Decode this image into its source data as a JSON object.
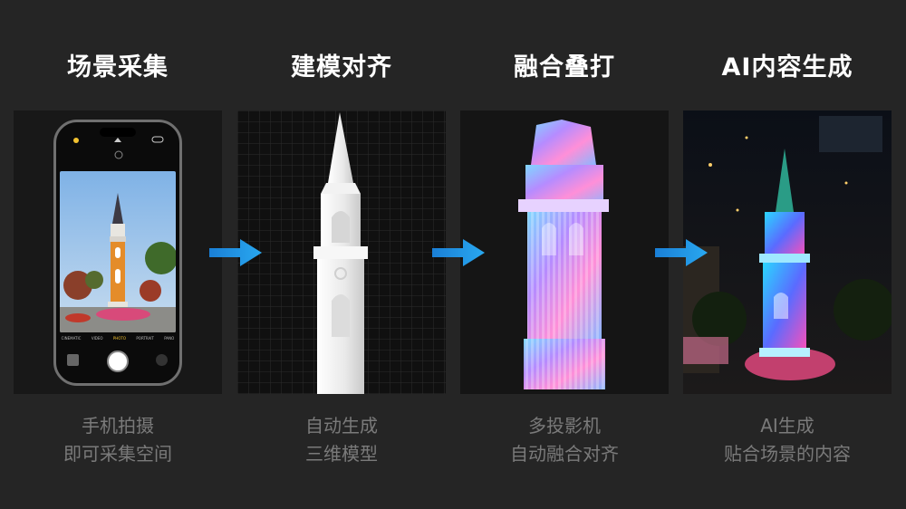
{
  "steps": [
    {
      "title": "场景采集",
      "caption": [
        "手机拍摄",
        "即可采集空间"
      ]
    },
    {
      "title": "建模对齐",
      "caption": [
        "自动生成",
        "三维模型"
      ]
    },
    {
      "title": "融合叠打",
      "caption": [
        "多投影机",
        "自动融合对齐"
      ]
    },
    {
      "title": "AI内容生成",
      "caption": [
        "AI生成",
        "贴合场景的内容"
      ]
    }
  ],
  "camera": {
    "modes": [
      "CINEMATIC",
      "VIDEO",
      "PHOTO",
      "PORTRAIT",
      "PANO"
    ],
    "selected_mode": "PHOTO"
  },
  "colors": {
    "background": "#252525",
    "title": "#ffffff",
    "caption": "#7a7a7a",
    "arrow": "#1e8fe0"
  }
}
